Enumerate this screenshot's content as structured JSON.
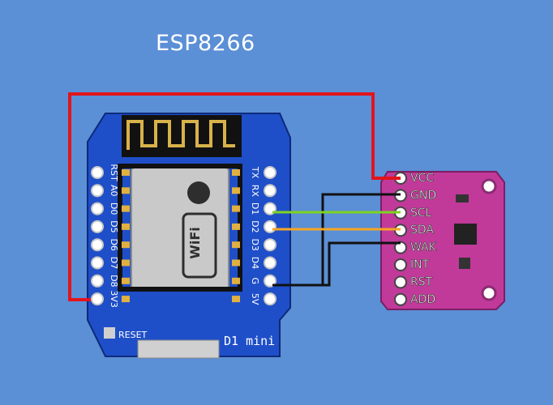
{
  "title": "ESP8266",
  "colors": {
    "background": "#5b8fd6",
    "wire_vcc": "#e3141b",
    "wire_gnd": "#111111",
    "wire_scl": "#7ed321",
    "wire_sda": "#f5a623",
    "wire_wak": "#111111",
    "board_blue": "#1f4fc8",
    "sensor_board": "#c13a9a"
  },
  "esp_board": {
    "name": "D1 mini",
    "reset_label": "RESET",
    "module_logo": "WiFi",
    "left_pins": [
      "RST",
      "A0",
      "D0",
      "D5",
      "D6",
      "D7",
      "D8",
      "3V3"
    ],
    "right_pins": [
      "TX",
      "RX",
      "D1",
      "D2",
      "D3",
      "D4",
      "G",
      "5V"
    ]
  },
  "sensor": {
    "pins": [
      "VCC",
      "GND",
      "SCL",
      "SDA",
      "WAK",
      "INT",
      "RST",
      "ADD"
    ]
  },
  "wires": [
    {
      "name": "vcc",
      "from": "3V3",
      "to": "VCC"
    },
    {
      "name": "gnd",
      "from": "G",
      "to": "GND"
    },
    {
      "name": "scl",
      "from": "D1",
      "to": "SCL"
    },
    {
      "name": "sda",
      "from": "D2",
      "to": "SDA"
    },
    {
      "name": "wak",
      "from": "G",
      "to": "WAK"
    }
  ]
}
